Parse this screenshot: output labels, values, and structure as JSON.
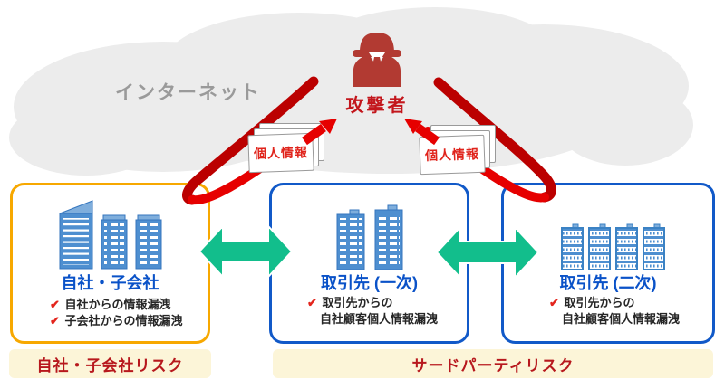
{
  "cloud": {
    "label": "インターネット"
  },
  "attacker": {
    "label": "攻撃者"
  },
  "papers": {
    "left": "個人情報",
    "right": "個人情報"
  },
  "boxes": {
    "company": {
      "title": "自社・子会社",
      "checks": [
        "自社からの情報漏洩",
        "子会社からの情報漏洩"
      ]
    },
    "partner1": {
      "title": "取引先 (一次)",
      "check_line1": "取引先からの",
      "check_line2": "自社顧客個人情報漏洩"
    },
    "partner2": {
      "title": "取引先 (二次)",
      "check_line1": "取引先からの",
      "check_line2": "自社顧客個人情報漏洩"
    }
  },
  "ribbons": {
    "company": "自社・子会社リスク",
    "third_party": "サードパーティリスク"
  },
  "icons": {
    "check": "✔",
    "attacker_icon": "spy-fedora-person",
    "buildings_icon": "office-buildings",
    "paper_stack_icon": "document-stack",
    "leak_arrow_icon": "red-curved-leak-arrow",
    "exchange_arrow_icon": "green-double-arrow"
  },
  "colors": {
    "cloud": "#ececec",
    "internet_text": "#9a9a9a",
    "attacker_red": "#b23a32",
    "attacker_label_red": "#c3161c",
    "leak_arrow_dark": "#bb0000",
    "leak_arrow_bright": "#e60000",
    "exchange_green": "#12be8c",
    "company_border": "#f7a800",
    "partner_border": "#1159c8",
    "title_blue": "#0a52c8",
    "building_blue": "#4e8fd0",
    "building_light": "#7faedc",
    "check_red": "#e3251d",
    "body_text": "#262626",
    "ribbon_bg": "#fcf5d8",
    "ribbon_text": "#b7181d",
    "paper_text": "#e0241c"
  }
}
